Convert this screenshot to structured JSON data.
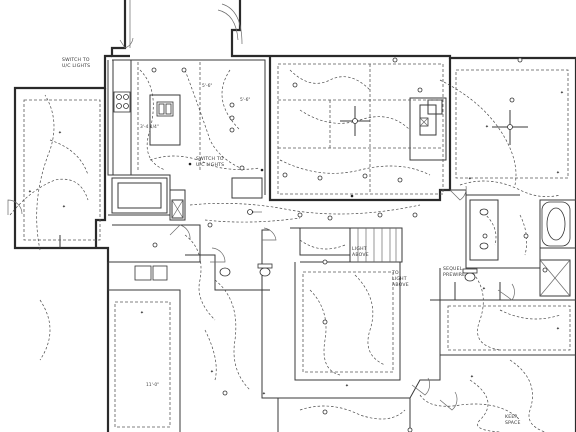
{
  "labels": {
    "switch_uc_top_1": "SWITCH TO",
    "switch_uc_top_2": "U/C LIGHTS",
    "switch_uc_mid_1": "SWITCH TO",
    "switch_uc_mid_2": "U/C LIGHTS",
    "light_above_1": "LIGHT",
    "light_above_2": "ABOVE",
    "to_light_above_1": "TO",
    "to_light_above_2": "LIGHT",
    "to_light_above_3": "ABOVE",
    "sequel_prewire_1": "SEQUEL",
    "sequel_prewire_2": "PREWIRE",
    "keep_space_1": "KEEP",
    "keep_space_2": "SPACE"
  },
  "dimensions": {
    "d1": "5'-6\"",
    "d2": "5'-6\"",
    "d3": "3'-4 1/4\"",
    "d4": "11'-0\""
  }
}
